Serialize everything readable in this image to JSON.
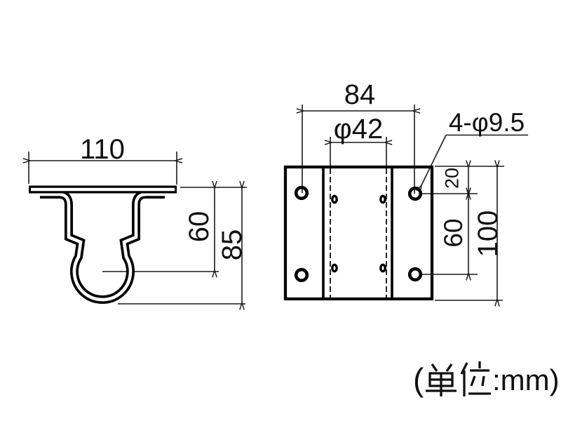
{
  "drawing": {
    "title": "pipe saddle bracket two-view technical drawing",
    "unit_note": {
      "full": "(単位:mm)",
      "open_paren": "(",
      "kanji": "単位",
      "suffix": ":mm)"
    },
    "side_view": {
      "name": "side profile view (saddle with pipe cradle)",
      "dim_width": "110",
      "dim_center_height": "60",
      "dim_total_height": "85"
    },
    "front_view": {
      "name": "front plate view (mounting plate with holes)",
      "dim_hole_spacing_h": "84",
      "dim_pipe_diameter": "φ42",
      "dim_holes_label": "4-φ9.5",
      "dim_top_offset": "20",
      "dim_hole_spacing_v": "60",
      "dim_plate_height": "100"
    },
    "colors": {
      "ink": "#111111",
      "outline": "#000000",
      "paper": "#ffffff"
    }
  }
}
